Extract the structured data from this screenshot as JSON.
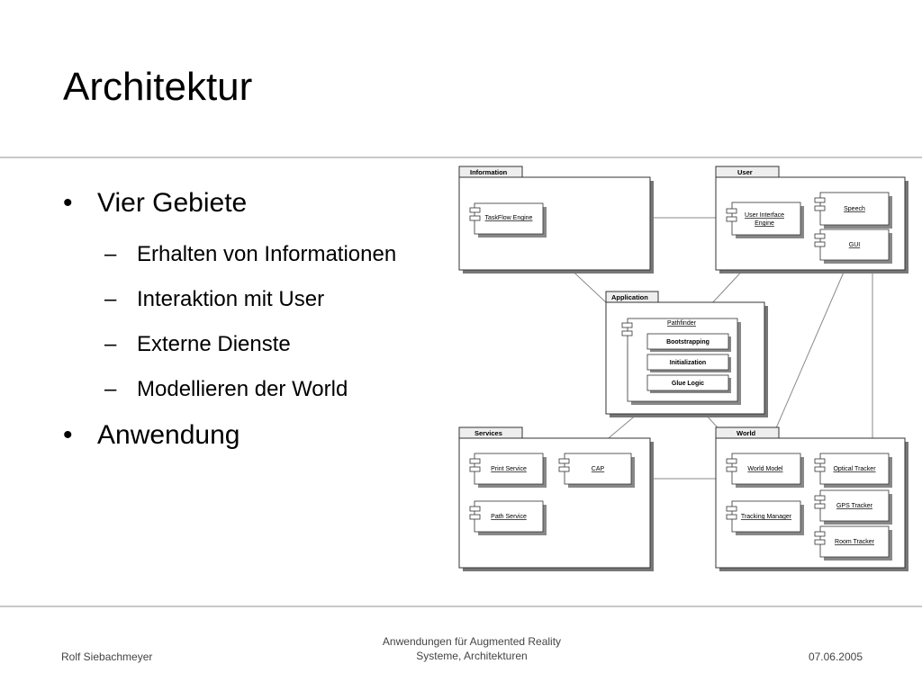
{
  "slide": {
    "title": "Architektur",
    "bullets": [
      {
        "text": "Vier Gebiete",
        "sub": [
          "Erhalten von Informationen",
          "Interaktion mit User",
          "Externe Dienste",
          "Modellieren der World"
        ]
      },
      {
        "text": "Anwendung",
        "sub": []
      }
    ]
  },
  "diagram": {
    "packages": {
      "information": "Information",
      "user": "User",
      "application": "Application",
      "services": "Services",
      "world": "World"
    },
    "components": {
      "taskflow_engine": "TaskFlow Engine",
      "ui_engine_line1": "User Interface",
      "ui_engine_line2": "Engine",
      "speech": "Speech",
      "gui": "GUI",
      "pathfinder": "Pathfinder",
      "bootstrapping": "Bootstrapping",
      "initialization": "Initialization",
      "glue_logic": "Glue Logic",
      "print_service": "Print Service",
      "cap": "CAP",
      "path_service": "Path Service",
      "world_model": "World Model",
      "optical_tracker": "Optical Tracker",
      "tracking_manager": "Tracking Manager",
      "gps_tracker": "GPS Tracker",
      "room_tracker": "Room Tracker"
    }
  },
  "footer": {
    "author": "Rolf Siebachmeyer",
    "course_line1": "Anwendungen für Augmented Reality",
    "course_line2": "Systeme, Architekturen",
    "date": "07.06.2005"
  }
}
